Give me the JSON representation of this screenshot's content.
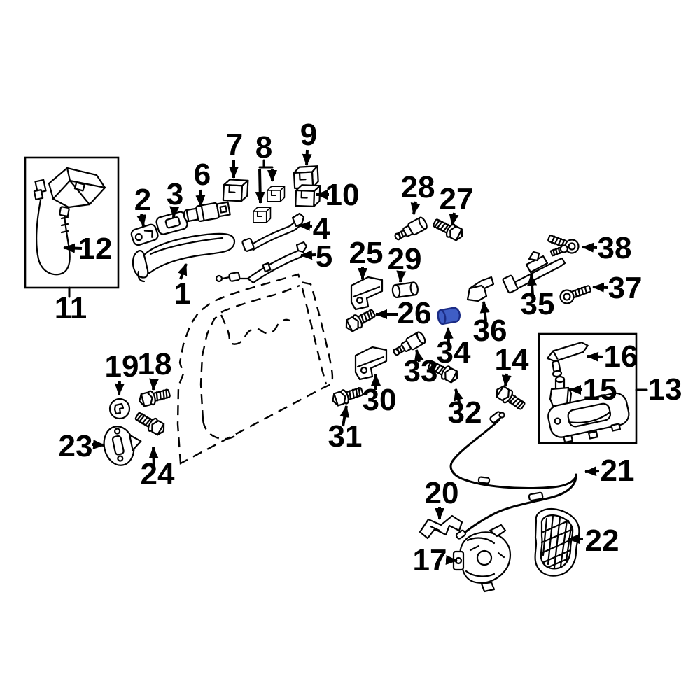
{
  "diagram": {
    "kind": "exploded-parts-diagram",
    "background_color": "#ffffff",
    "line_color": "#000000",
    "highlight": {
      "part_number": "34",
      "fill": "#3f5ec5",
      "stroke": "#1b2c85"
    },
    "boxed_groups": [
      {
        "box_label": "11",
        "contains_label": "12"
      },
      {
        "box_label": "13",
        "contains_labels": [
          "15",
          "16"
        ]
      }
    ]
  },
  "part_numbers": [
    "1",
    "2",
    "3",
    "4",
    "5",
    "6",
    "7",
    "8",
    "9",
    "10",
    "11",
    "12",
    "13",
    "14",
    "15",
    "16",
    "17",
    "18",
    "19",
    "20",
    "21",
    "22",
    "23",
    "24",
    "25",
    "26",
    "27",
    "28",
    "29",
    "30",
    "31",
    "32",
    "33",
    "34",
    "35",
    "36",
    "37",
    "38"
  ]
}
